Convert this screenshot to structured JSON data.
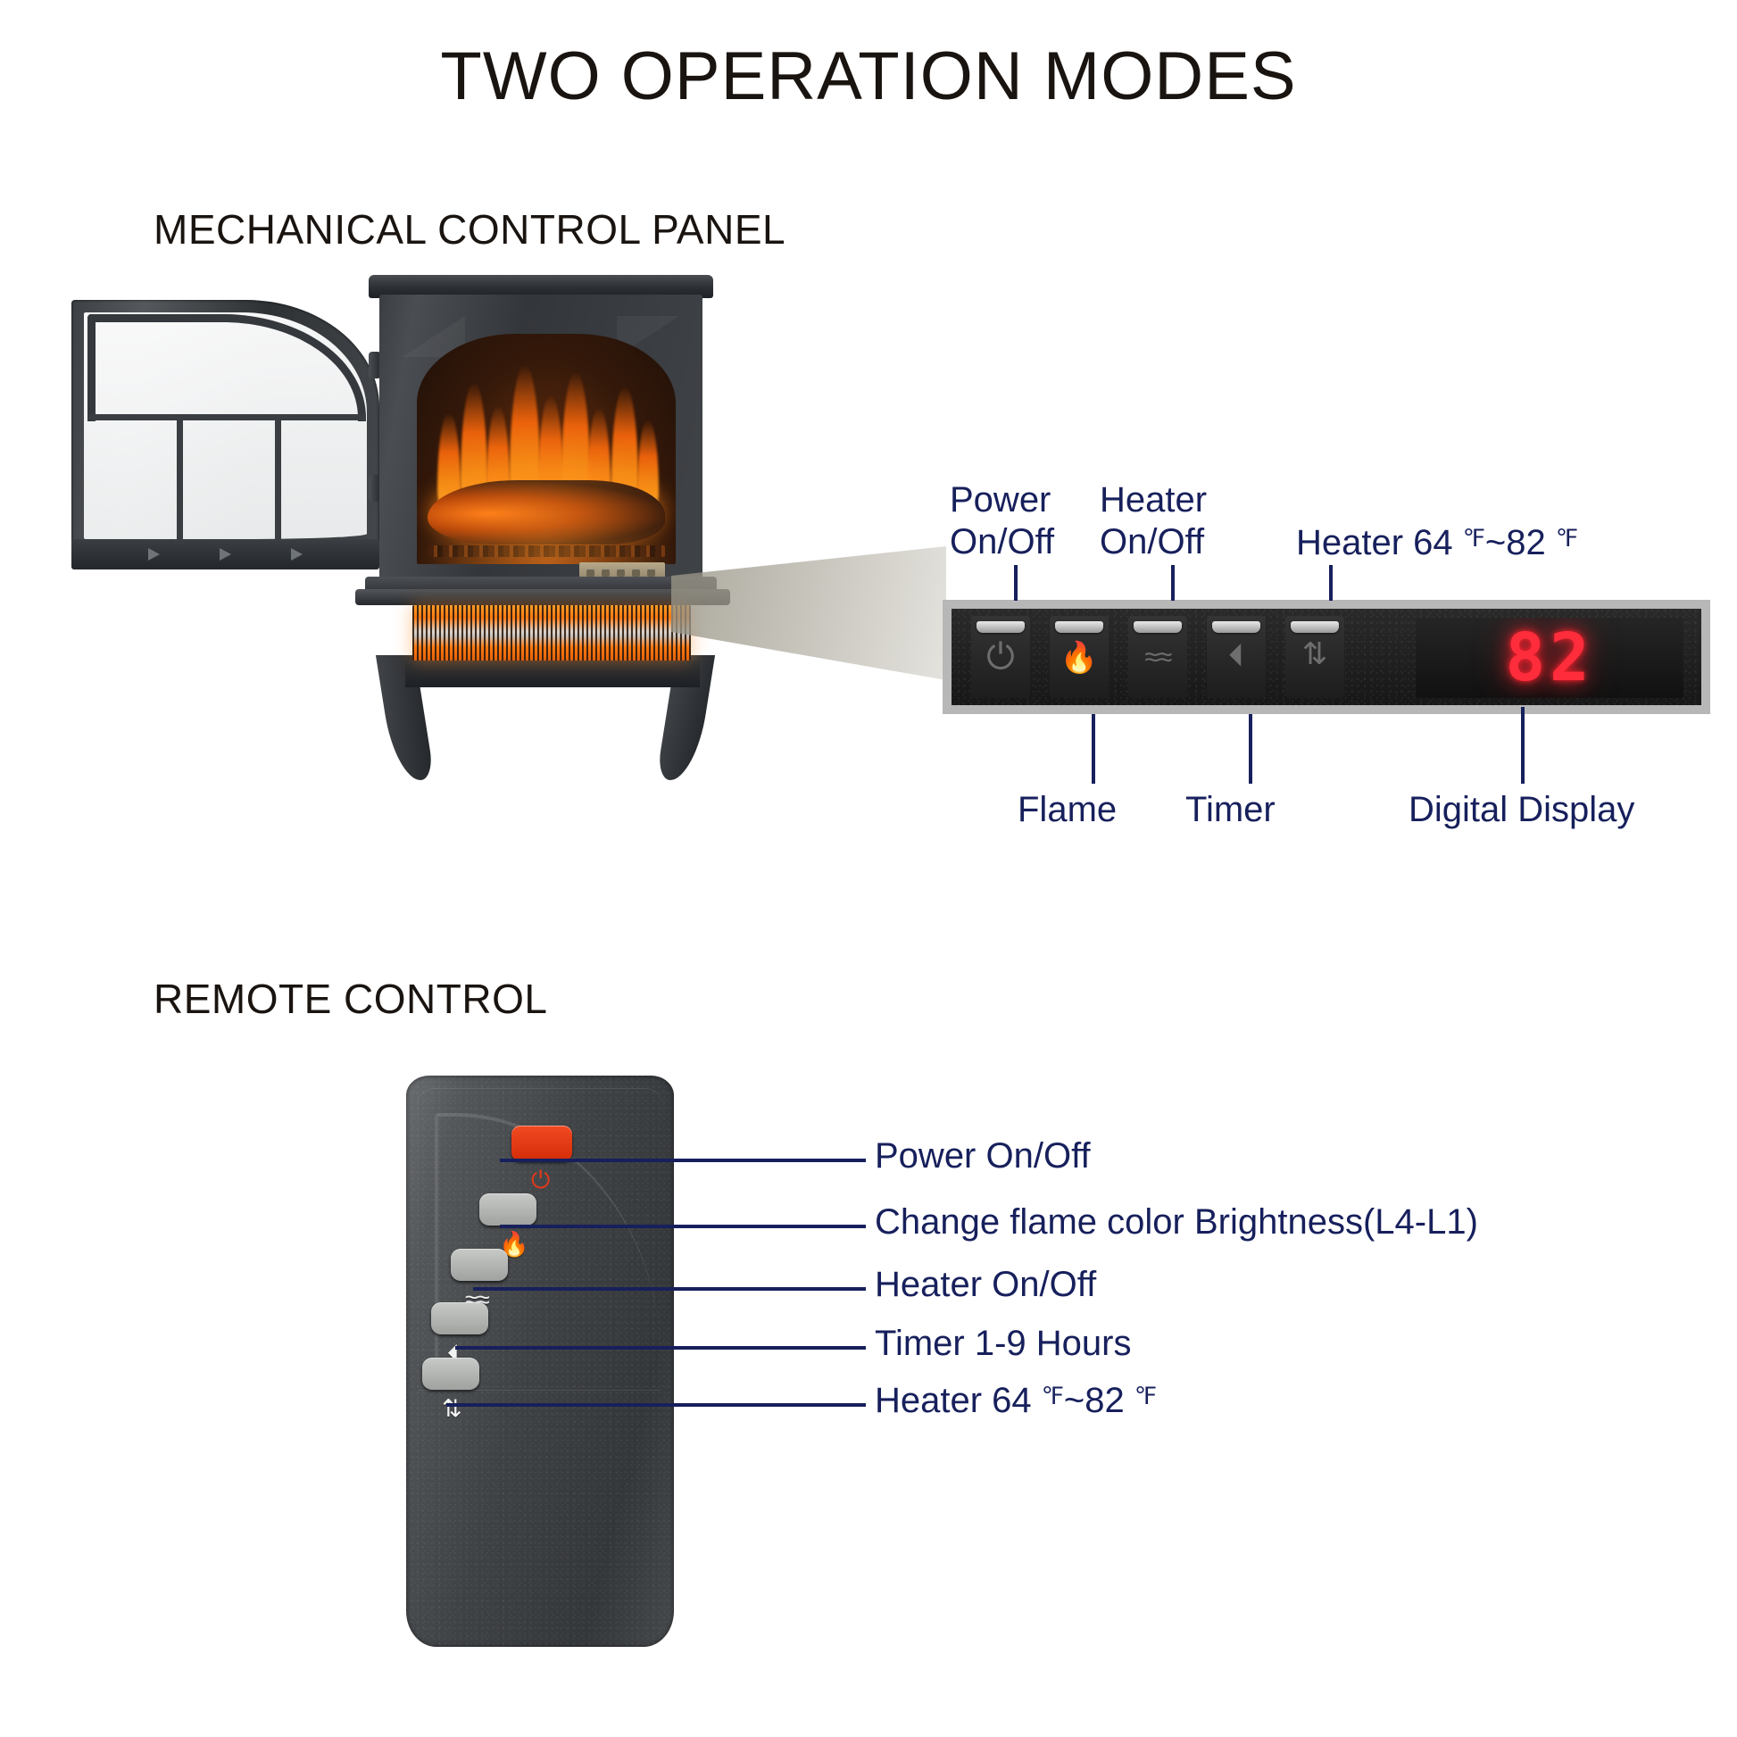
{
  "title": "TWO OPERATION MODES",
  "sections": {
    "mechanical": {
      "heading": "MECHANICAL CONTROL PANEL"
    },
    "remote": {
      "heading": "REMOTE CONTROL"
    }
  },
  "control_panel": {
    "display_value": "82",
    "buttons": [
      {
        "name": "power",
        "icon": "power-icon",
        "glyph": "⏻"
      },
      {
        "name": "flame",
        "icon": "flame-icon",
        "glyph": "⸺"
      },
      {
        "name": "heater",
        "icon": "heat-waves-icon",
        "glyph": "≈"
      },
      {
        "name": "timer",
        "icon": "clock-icon",
        "glyph": "◴"
      },
      {
        "name": "temp",
        "icon": "up-down-arrows-icon",
        "glyph": "⇅"
      }
    ],
    "callouts_top": [
      {
        "line1": "Power",
        "line2": "On/Off"
      },
      {
        "line1": "Heater",
        "line2": "On/Off"
      }
    ],
    "callout_temp": {
      "pre": "Heater 64 ",
      "unit1": "℉",
      "mid": "~82 ",
      "unit2": "℉"
    },
    "callouts_bottom": [
      {
        "label": "Flame"
      },
      {
        "label": "Timer"
      },
      {
        "label": "Digital Display"
      }
    ]
  },
  "remote": {
    "callouts": [
      {
        "label": "Power On/Off"
      },
      {
        "label": "Change flame color Brightness(L4-L1)"
      },
      {
        "label": "Heater On/Off"
      },
      {
        "label": "Timer 1-9 Hours"
      }
    ],
    "callout_temp": {
      "pre": "Heater 64 ",
      "unit1": "℉",
      "mid": "~82 ",
      "unit2": "℉"
    },
    "buttons": [
      {
        "name": "power",
        "icon": "power-icon",
        "glyph": "⏻",
        "color": "red"
      },
      {
        "name": "flame",
        "icon": "flame-icon",
        "glyph": "⸺",
        "color": "gray"
      },
      {
        "name": "heater",
        "icon": "heat-waves-icon",
        "glyph": "≈",
        "color": "gray"
      },
      {
        "name": "timer",
        "icon": "clock-icon",
        "glyph": "◴",
        "color": "gray"
      },
      {
        "name": "temp",
        "icon": "up-down-arrows-icon",
        "glyph": "⇅",
        "color": "gray"
      }
    ]
  },
  "colors": {
    "label_blue": "#17205c",
    "heading_black": "#1a1410",
    "display_red": "#ff2d3c",
    "remote_power_red": "#e0381c"
  }
}
